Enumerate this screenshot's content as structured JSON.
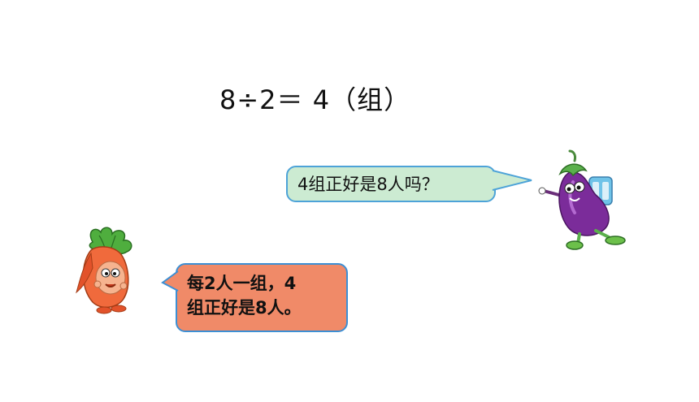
{
  "equation": {
    "text": "8÷2＝ 4（组）"
  },
  "eggplant_bubble": {
    "text": "4组正好是8人吗？",
    "fill": "#ccebd2",
    "border": "#4da3d8"
  },
  "carrot_bubble": {
    "line1": "每2人一组，4",
    "line2": "组正好是8人。",
    "fill": "#f08a68",
    "border": "#3c8fd4"
  },
  "characters": {
    "eggplant": "eggplant-character",
    "carrot": "carrot-character"
  }
}
